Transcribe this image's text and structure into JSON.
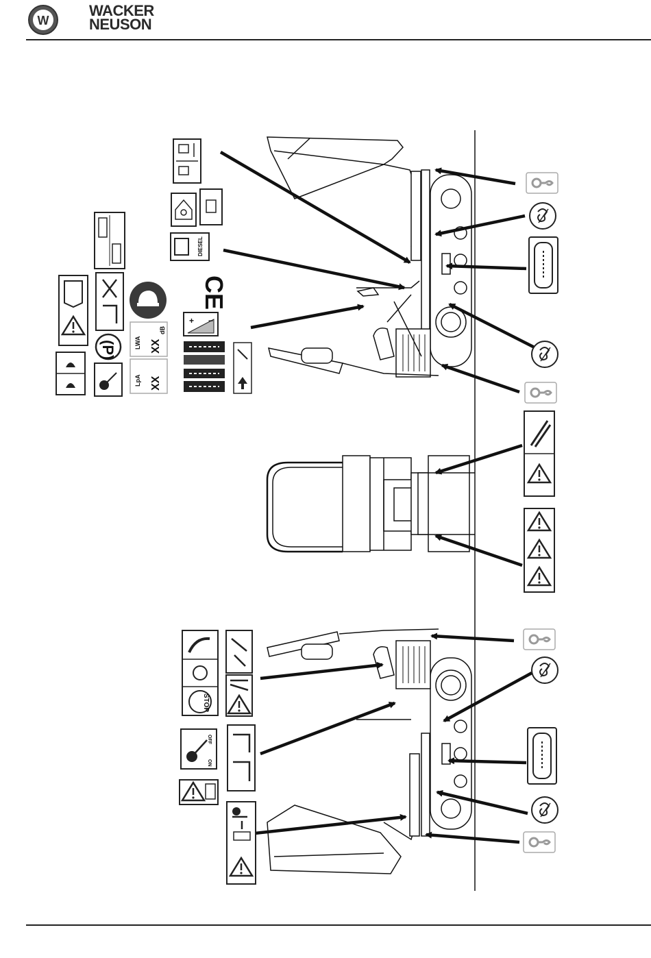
{
  "brand": {
    "logo_letter": "W",
    "line1": "WACKER",
    "line2": "NEUSON"
  },
  "decals": {
    "diesel": "DIESEL",
    "ce_mark": "CE",
    "sound_power": {
      "symbol": "LWA",
      "unit": "dB",
      "value": "XX"
    },
    "sound_pressure": {
      "symbol": "LpA",
      "value": "XX"
    },
    "parking_brake": "(P)",
    "stop": "STOP",
    "switch_off": "OFF",
    "switch_on": "ON",
    "battery_plus": "+",
    "battery_minus": "−"
  },
  "colors": {
    "line": "#111111",
    "decal_border": "#222222",
    "tie_down_grey": "#9a9a9a",
    "helmet_fill": "#3a3a3a"
  }
}
